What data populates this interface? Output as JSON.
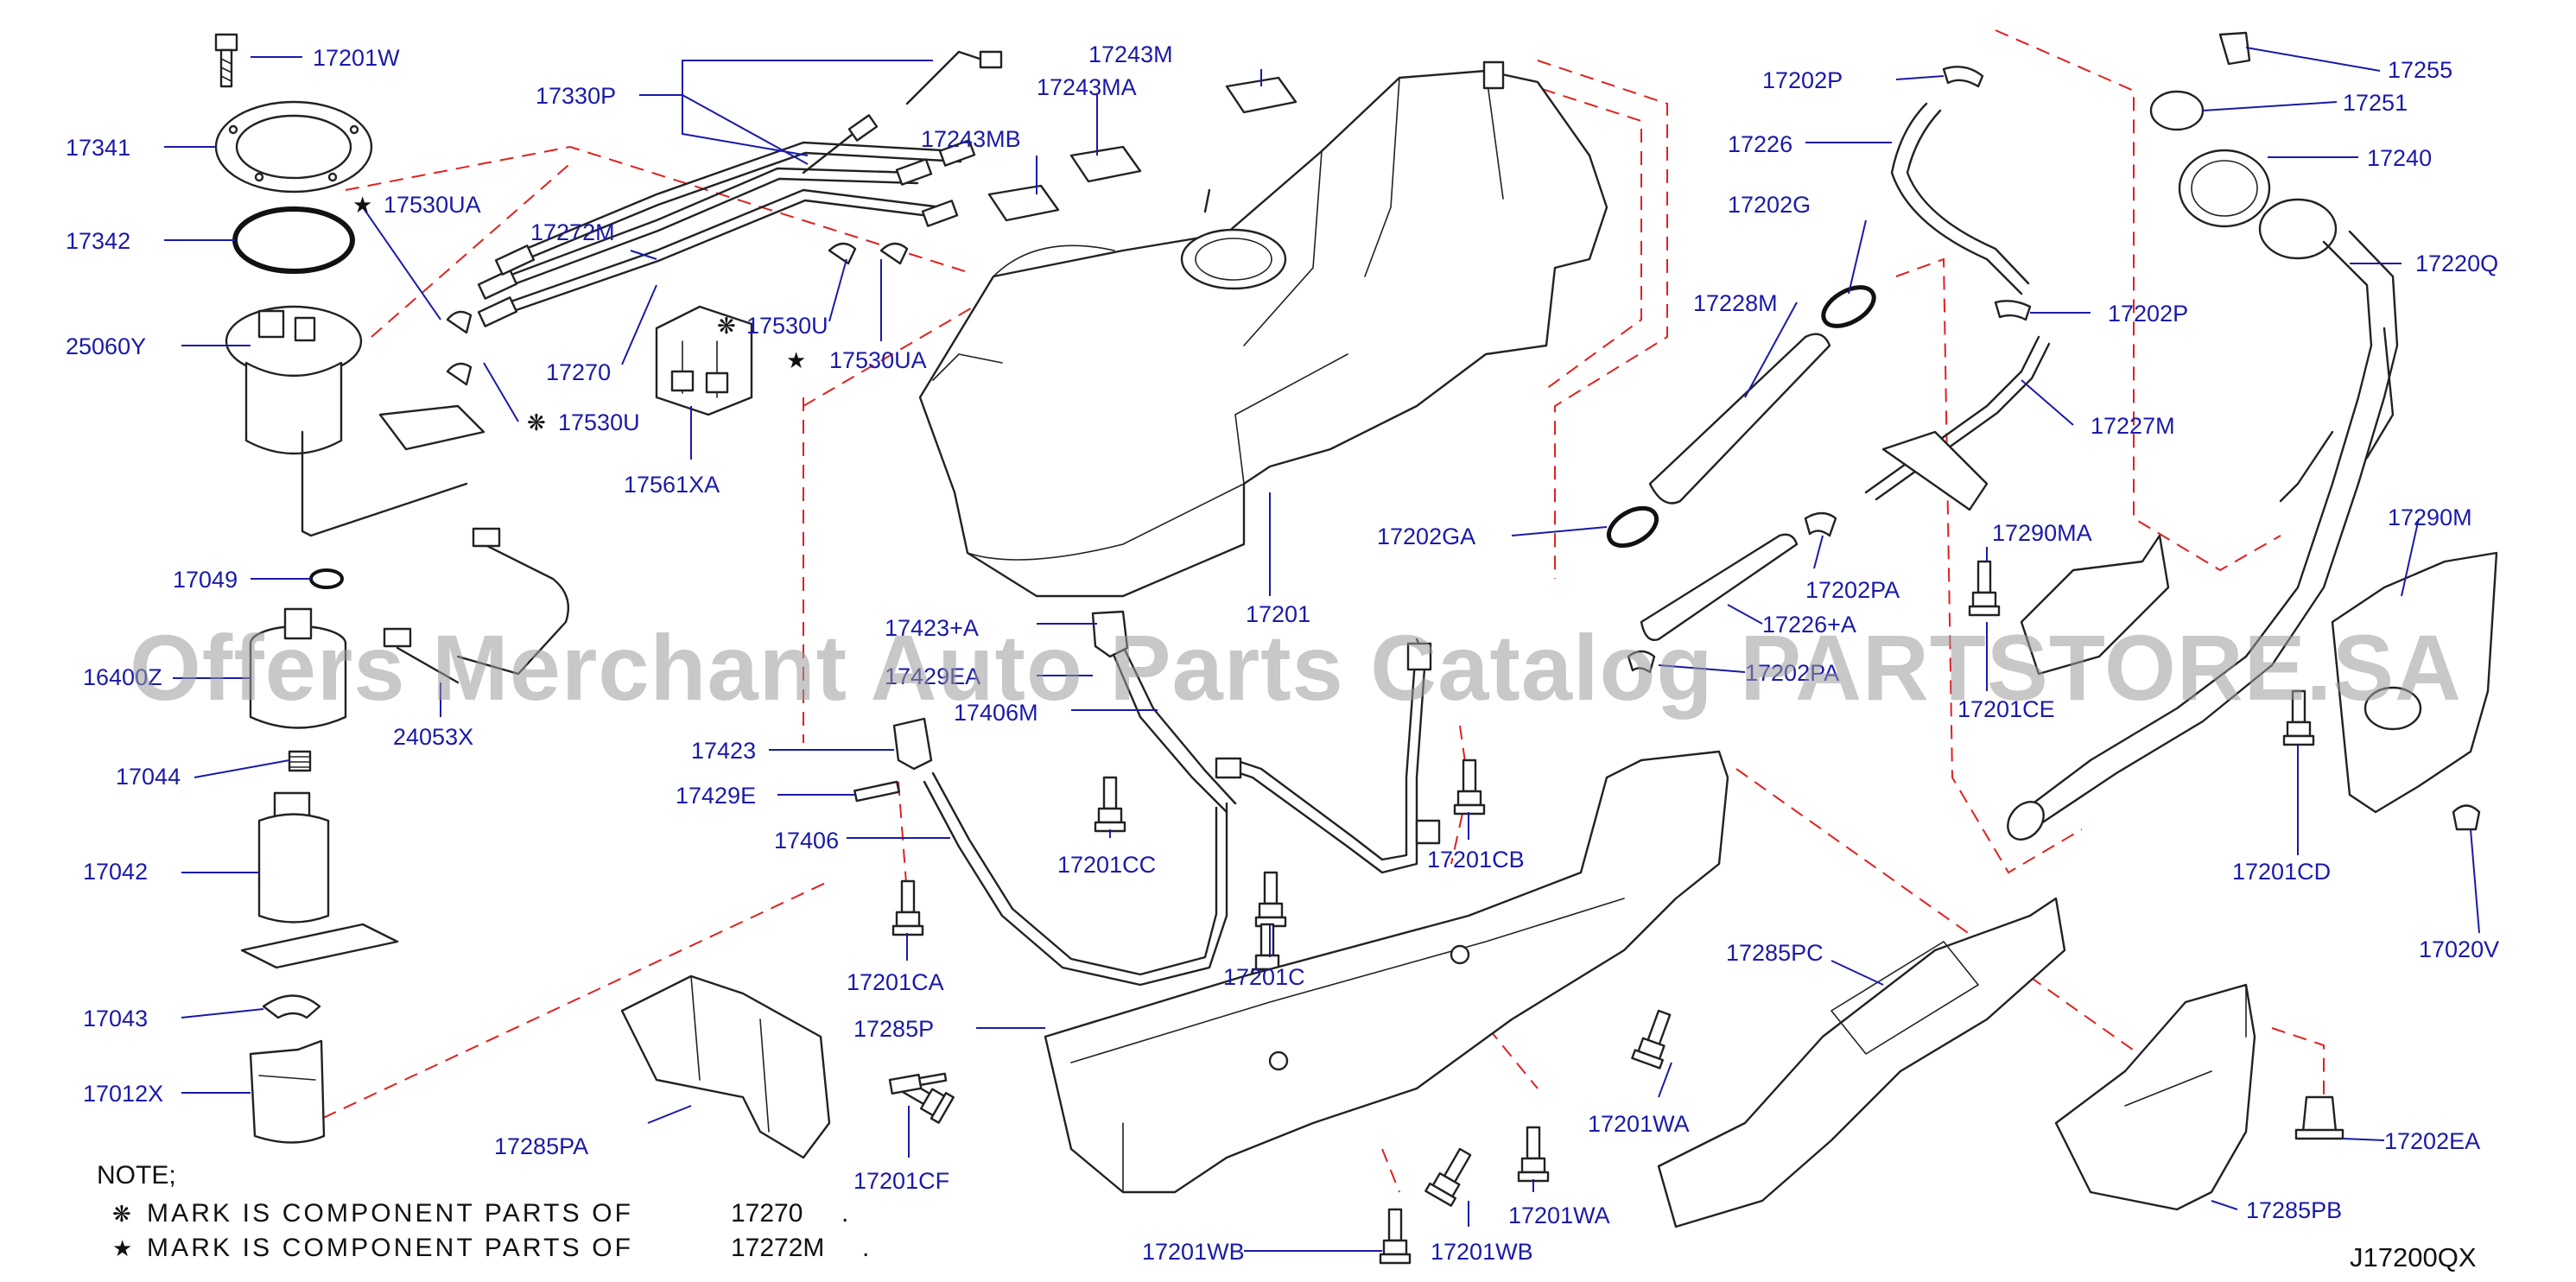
{
  "diagram_code": "J17200QX",
  "watermark": "Offers Merchant Auto Parts Catalog PARTSTORE.SA",
  "notes": {
    "title": "NOTE;",
    "line1": "MARK IS COMPONENT PARTS OF",
    "line1_part": "17270",
    "line2": "MARK IS COMPONENT PARTS OF",
    "line2_part": "17272M",
    "period": "."
  },
  "symbols": {
    "flower": "❋",
    "star": "★"
  },
  "labels": {
    "p17201W": "17201W",
    "p17341": "17341",
    "p17530UA_a": "17530UA",
    "p17342": "17342",
    "p25060Y": "25060Y",
    "p17049": "17049",
    "p16400Z": "16400Z",
    "p17044": "17044",
    "p17042": "17042",
    "p17043": "17043",
    "p17012X": "17012X",
    "p17330P": "17330P",
    "p17272M": "17272M",
    "p17270": "17270",
    "p17530U_a": "17530U",
    "p17530U_b": "17530U",
    "p17530UA_b": "17530UA",
    "p17561XA": "17561XA",
    "p24053X": "24053X",
    "p17243M": "17243M",
    "p17243MA": "17243MA",
    "p17243MB": "17243MB",
    "p17201": "17201",
    "p17423A": "17423+A",
    "p17429EA": "17429EA",
    "p17406M": "17406M",
    "p17423": "17423",
    "p17429E": "17429E",
    "p17406": "17406",
    "p17201CC": "17201CC",
    "p17201CB": "17201CB",
    "p17201CA": "17201CA",
    "p17201C": "17201C",
    "p17285P": "17285P",
    "p17285PA": "17285PA",
    "p17201CF": "17201CF",
    "p17201WA_a": "17201WA",
    "p17201WA_b": "17201WA",
    "p17201WB_a": "17201WB",
    "p17201WB_b": "17201WB",
    "p17202P_a": "17202P",
    "p17226": "17226",
    "p17202G": "17202G",
    "p17228M": "17228M",
    "p17202P_b": "17202P",
    "p17227M": "17227M",
    "p17202GA": "17202GA",
    "p17202PA_a": "17202PA",
    "p17226A": "17226+A",
    "p17202PA_b": "17202PA",
    "p17290MA": "17290MA",
    "p17201CE": "17201CE",
    "p17285PC": "17285PC",
    "p17255": "17255",
    "p17251": "17251",
    "p17240": "17240",
    "p17220Q": "17220Q",
    "p17290M": "17290M",
    "p17201CD": "17201CD",
    "p17020V": "17020V",
    "p17202EA": "17202EA",
    "p17285PB": "17285PB"
  }
}
